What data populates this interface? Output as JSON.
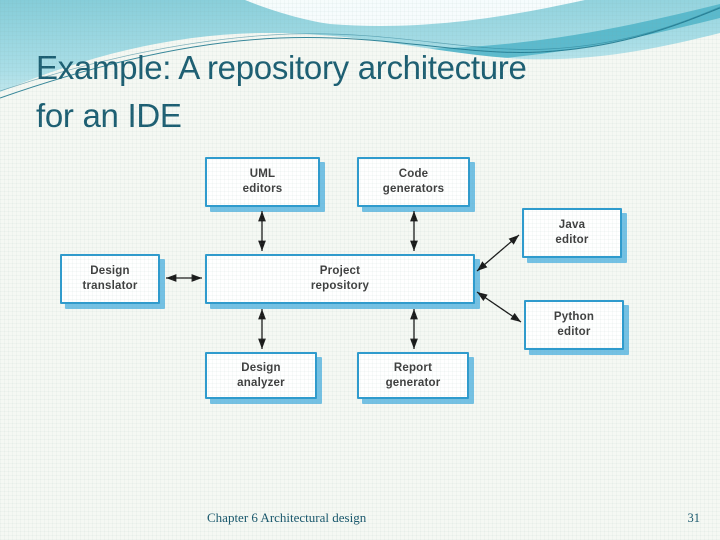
{
  "slide": {
    "title_lines": [
      "Example: A repository architecture",
      "for an IDE"
    ],
    "footer": "Chapter 6 Architectural design",
    "page_number": "31"
  },
  "colors": {
    "title_text": "#1C5E72",
    "box_border": "#2E9BCE",
    "box_shadow": "#74C1E4",
    "box_text": "#3E3E3E",
    "arrow": "#1A1A1A",
    "footer_text": "#17566B",
    "wave_cyan": "#8FD3DE",
    "wave_teal": "#4FB4C8",
    "body_background": "#F5F8F3"
  },
  "diagram": {
    "boxes": [
      {
        "id": "uml-editors",
        "line1": "UML",
        "line2": "editors"
      },
      {
        "id": "code-generators",
        "line1": "Code",
        "line2": "generators"
      },
      {
        "id": "java-editor",
        "line1": "Java",
        "line2": "editor"
      },
      {
        "id": "design-translator",
        "line1": "Design",
        "line2": "translator"
      },
      {
        "id": "project-repository",
        "line1": "Project",
        "line2": "repository"
      },
      {
        "id": "python-editor",
        "line1": "Python",
        "line2": "editor"
      },
      {
        "id": "design-analyzer",
        "line1": "Design",
        "line2": "analyzer"
      },
      {
        "id": "report-generator",
        "line1": "Report",
        "line2": "generator"
      }
    ],
    "connections": [
      {
        "from": "uml-editors",
        "to": "project-repository",
        "bidirectional": true
      },
      {
        "from": "code-generators",
        "to": "project-repository",
        "bidirectional": true
      },
      {
        "from": "design-translator",
        "to": "project-repository",
        "bidirectional": true
      },
      {
        "from": "project-repository",
        "to": "java-editor",
        "bidirectional": true
      },
      {
        "from": "project-repository",
        "to": "python-editor",
        "bidirectional": true
      },
      {
        "from": "project-repository",
        "to": "design-analyzer",
        "bidirectional": true
      },
      {
        "from": "project-repository",
        "to": "report-generator",
        "bidirectional": true
      }
    ]
  }
}
